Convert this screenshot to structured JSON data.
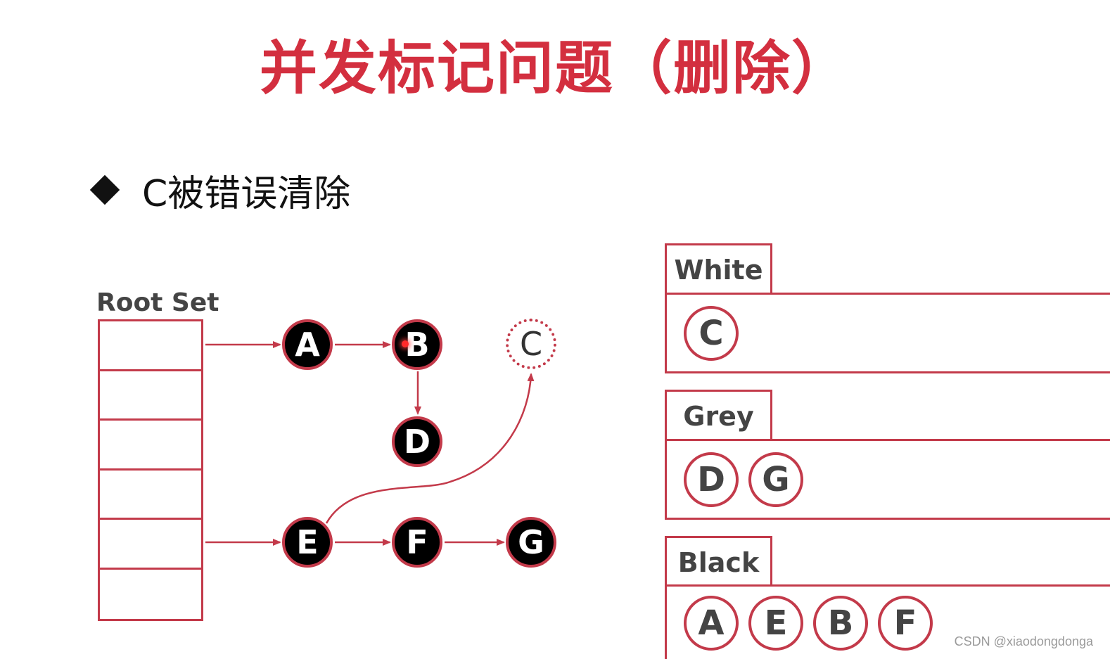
{
  "title": "并发标记问题（删除）",
  "bullet": "C被错误清除",
  "root_set": {
    "label": "Root Set",
    "cell_count": 6
  },
  "graph": {
    "nodes": {
      "A": "A",
      "B": "B",
      "C": "C",
      "D": "D",
      "E": "E",
      "F": "F",
      "G": "G"
    },
    "edges": [
      {
        "from": "root-1",
        "to": "A"
      },
      {
        "from": "A",
        "to": "B"
      },
      {
        "from": "B",
        "to": "D"
      },
      {
        "from": "root-5",
        "to": "E"
      },
      {
        "from": "E",
        "to": "F"
      },
      {
        "from": "F",
        "to": "G"
      },
      {
        "from": "E",
        "to": "C"
      }
    ]
  },
  "sets": {
    "white": {
      "label": "White",
      "items": [
        "C"
      ]
    },
    "grey": {
      "label": "Grey",
      "items": [
        "D",
        "G"
      ]
    },
    "black": {
      "label": "Black",
      "items": [
        "A",
        "E",
        "B",
        "F"
      ]
    }
  },
  "colors": {
    "accent": "#c33a4a",
    "title": "#d32f3f",
    "node_fill": "#000000"
  },
  "watermark": "CSDN @xiaodongdonga"
}
